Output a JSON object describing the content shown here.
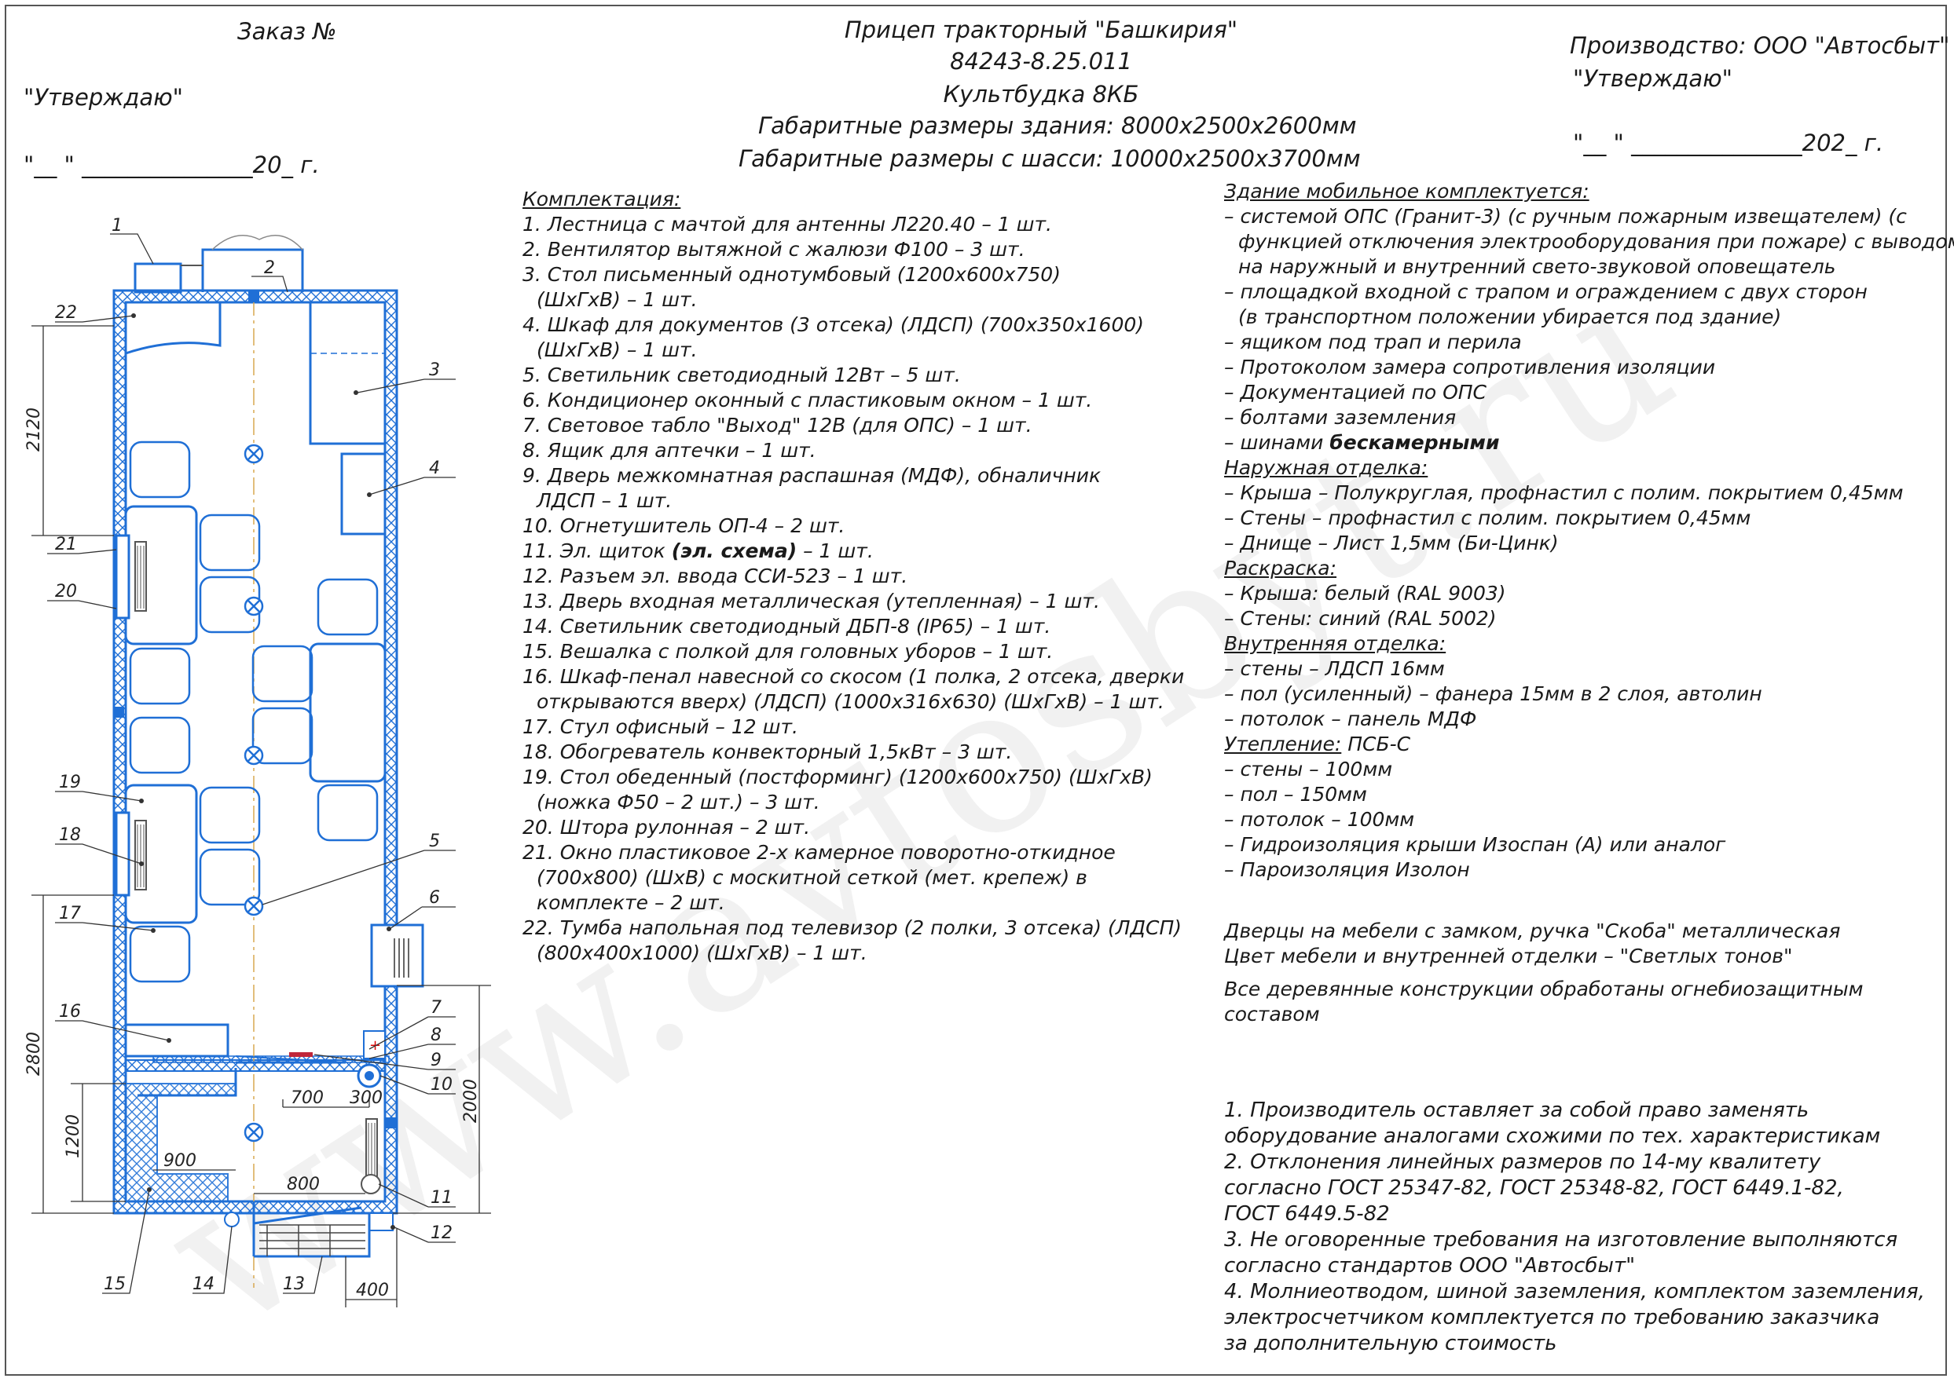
{
  "header_left": {
    "order": "Заказ №",
    "approve": "\"Утверждаю\"",
    "date_line": "\"__ \" _______________20_ г."
  },
  "header_center": {
    "title": "Прицеп тракторный \"Башкирия\"",
    "model": "84243-8.25.011",
    "name": "Культбудка 8КБ",
    "dims_building": "Габаритные размеры здания: 8000x2500x2600мм",
    "dims_chassis": "Габаритные размеры с шасси: 10000x2500x3700мм"
  },
  "header_right": {
    "producer": "Производство: ООО \"Автосбыт\"",
    "approve": "\"Утверждаю\"",
    "date_line": "\"__ \" _______________202_ г."
  },
  "equipment": {
    "title": "Комплектация:",
    "items": [
      "1.  Лестница с мачтой для антенны Л220.40 – 1 шт.",
      "2.  Вентилятор вытяжной с жалюзи Ф100 – 3 шт.",
      "3.  Стол письменный однотумбовый (1200x600x750)",
      "(ШxГxВ) – 1 шт.",
      "4.  Шкаф для документов (3 отсека) (ЛДСП) (700x350x1600)",
      "(ШxГxВ) – 1 шт.",
      "5.  Светильник светодиодный 12Вт – 5 шт.",
      "6.  Кондиционер оконный с пластиковым окном – 1 шт.",
      "7.  Световое табло \"Выход\" 12В (для ОПС) – 1 шт.",
      "8.  Ящик для аптечки – 1 шт.",
      "9.  Дверь межкомнатная распашная (МДФ), обналичник",
      "ЛДСП – 1 шт.",
      "10.  Огнетушитель ОП-4 – 2 шт.",
      "11.  Эл. щиток",
      "(эл. схема)",
      " – 1 шт.",
      "12.  Разъем эл. ввода ССИ-523 – 1 шт.",
      "13.  Дверь входная металлическая (утепленная) – 1 шт.",
      "14.  Светильник светодиодный ДБП-8 (IP65) – 1 шт.",
      "15.  Вешалка с полкой для головных уборов – 1 шт.",
      "16.  Шкаф-пенал навесной со скосом (1 полка, 2 отсека, дверки",
      "открываются вверх) (ЛДСП) (1000x316x630) (ШxГxВ) – 1 шт.",
      "17.  Стул офисный – 12 шт.",
      "18.  Обогреватель конвекторный 1,5кВт – 3 шт.",
      "19.  Стол обеденный (постформинг) (1200x600x750) (ШxГxВ)",
      "(ножка Ф50 – 2 шт.) – 3 шт.",
      "20.  Штора рулонная – 2 шт.",
      "21.  Окно пластиковое 2-х камерное  поворотно-откидное",
      "(700x800) (ШxВ) с москитной сеткой (мет. крепеж) в",
      "комплекте – 2 шт.",
      "22.  Тумба напольная под телевизор (2 полки, 3 отсека) (ЛДСП)",
      "(800x400x1000) (ШxГxВ) – 1 шт."
    ]
  },
  "specs": {
    "mobile_title": "Здание мобильное комплектуется:",
    "mobile": [
      "– системой ОПС (Гранит-3) (с ручным пожарным извещателем) (с",
      "функцией отключения электрооборудования при пожаре) с выводом",
      "на наружный и внутренний свето-звуковой оповещатель",
      "– площадкой входной с трапом и ограждением с двух сторон",
      "(в транспортном положении убирается под здание)",
      "– ящиком под трап и перила",
      "– Протоколом замера сопротивления изоляции",
      "– Документацией по ОПС",
      "– болтами заземления",
      "– шинами",
      "бескамерными"
    ],
    "outer_title": "Наружная отделка:",
    "outer": [
      "– Крыша – Полукруглая, профнастил с полим. покрытием 0,45мм",
      "– Стены – профнастил с полим. покрытием 0,45мм",
      "– Днище – Лист 1,5мм (Би-Цинк)"
    ],
    "paint_title": "Раскраска:",
    "paint": [
      "– Крыша: белый (RAL 9003)",
      "– Стены: синий (RAL 5002)"
    ],
    "inner_title": "Внутренняя отделка:",
    "inner": [
      "– стены – ЛДСП 16мм",
      "– пол (усиленный) – фанера 15мм в 2 слоя, автолин",
      "– потолок – панель МДФ"
    ],
    "insul_title": "Утепление:",
    "insul_value": " ПСБ-С",
    "insul": [
      "– стены – 100мм",
      "– пол – 150мм",
      "– потолок – 100мм",
      "– Гидроизоляция крыши Изоспан (А) или аналог",
      "– Пароизоляция Изолон"
    ],
    "note1": "Дверцы на мебели с замком, ручка \"Скоба\" металлическая",
    "note2": "Цвет мебели и внутренней отделки – \"Светлых тонов\"",
    "note3a": "Все деревянные конструкции обработаны огнебиозащитным",
    "note3b": "составом"
  },
  "remarks": [
    "1. Производитель оставляет за собой право заменять",
    "оборудование аналогами схожими по тех. характеристикам",
    "2. Отклонения линейных размеров по 14-му квалитету",
    "согласно ГОСТ 25347-82, ГОСТ 25348-82, ГОСТ 6449.1-82,",
    "ГОСТ 6449.5-82",
    "3. Не оговоренные требования на изготовление выполняются",
    "согласно стандартов ООО \"Автосбыт\"",
    "4. Молниеотводом, шиной заземления, комплектом заземления,",
    "электросчетчиком комплектуется по требованию заказчика",
    "за дополнительную стоимость"
  ],
  "plan": {
    "dims": {
      "d2120": "2120",
      "d2800": "2800",
      "d1200": "1200",
      "d2000": "2000",
      "d700": "700",
      "d300": "300",
      "d900": "900",
      "d800": "800",
      "d400": "400"
    },
    "callouts": {
      "c1": "1",
      "c2": "2",
      "c3": "3",
      "c4": "4",
      "c5": "5",
      "c6": "6",
      "c7": "7",
      "c8": "8",
      "c9": "9",
      "c10": "10",
      "c11": "11",
      "c12": "12",
      "c13": "13",
      "c14": "14",
      "c15": "15",
      "c16": "16",
      "c17": "17",
      "c18": "18",
      "c19": "19",
      "c20": "20",
      "c21": "21",
      "c22": "22"
    }
  },
  "watermark": "www.avtosbyt.ru",
  "colors": {
    "plan_blue": "#1f6fd6",
    "line": "#222222"
  }
}
